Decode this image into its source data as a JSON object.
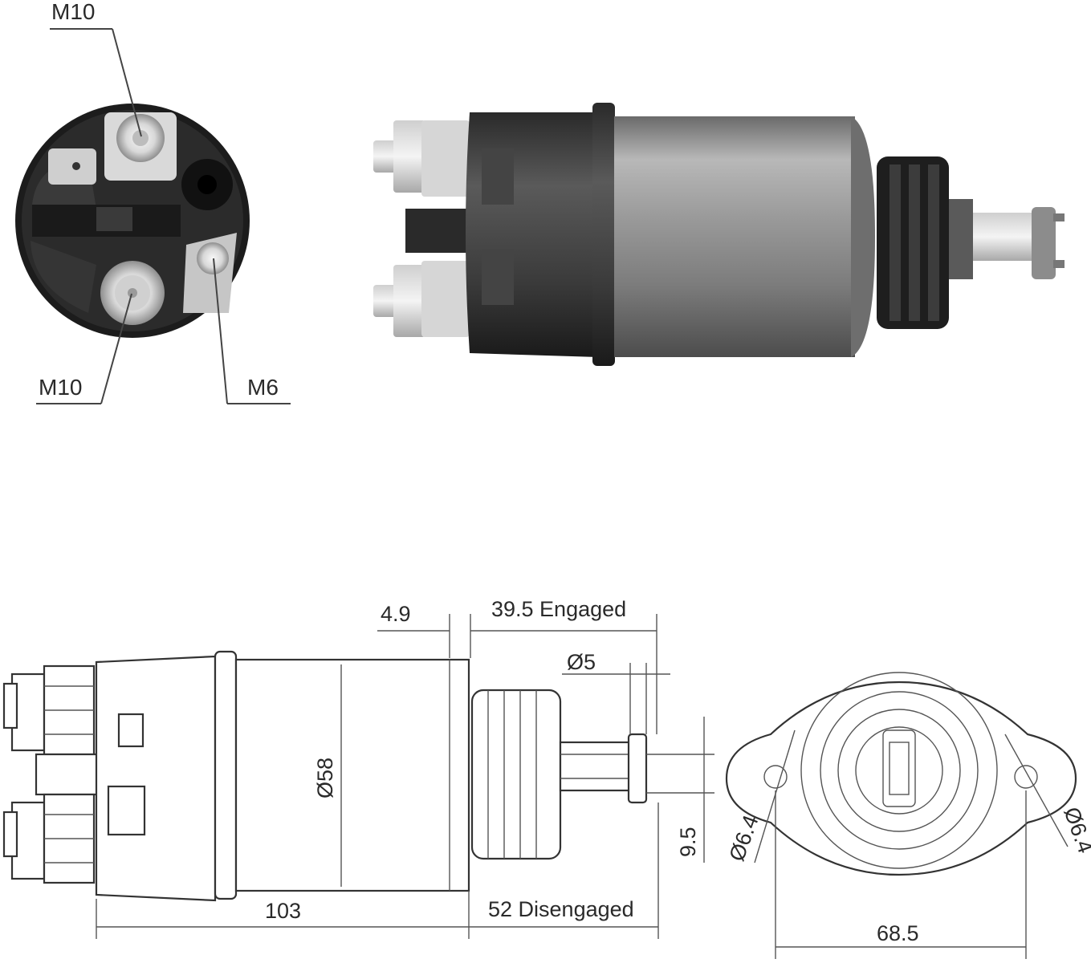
{
  "photo_labels": {
    "top_terminal": "M10",
    "bottom_terminal": "M10",
    "small_terminal": "M6"
  },
  "dimensions": {
    "d1": "4.9",
    "d2": "39.5 Engaged",
    "d3": "Ø5",
    "d4": "Ø58",
    "d5": "9.5",
    "d6": "103",
    "d7": "52 Disengaged",
    "d8": "68.5",
    "d9": "Ø6.4",
    "d10": "Ø6.4"
  }
}
